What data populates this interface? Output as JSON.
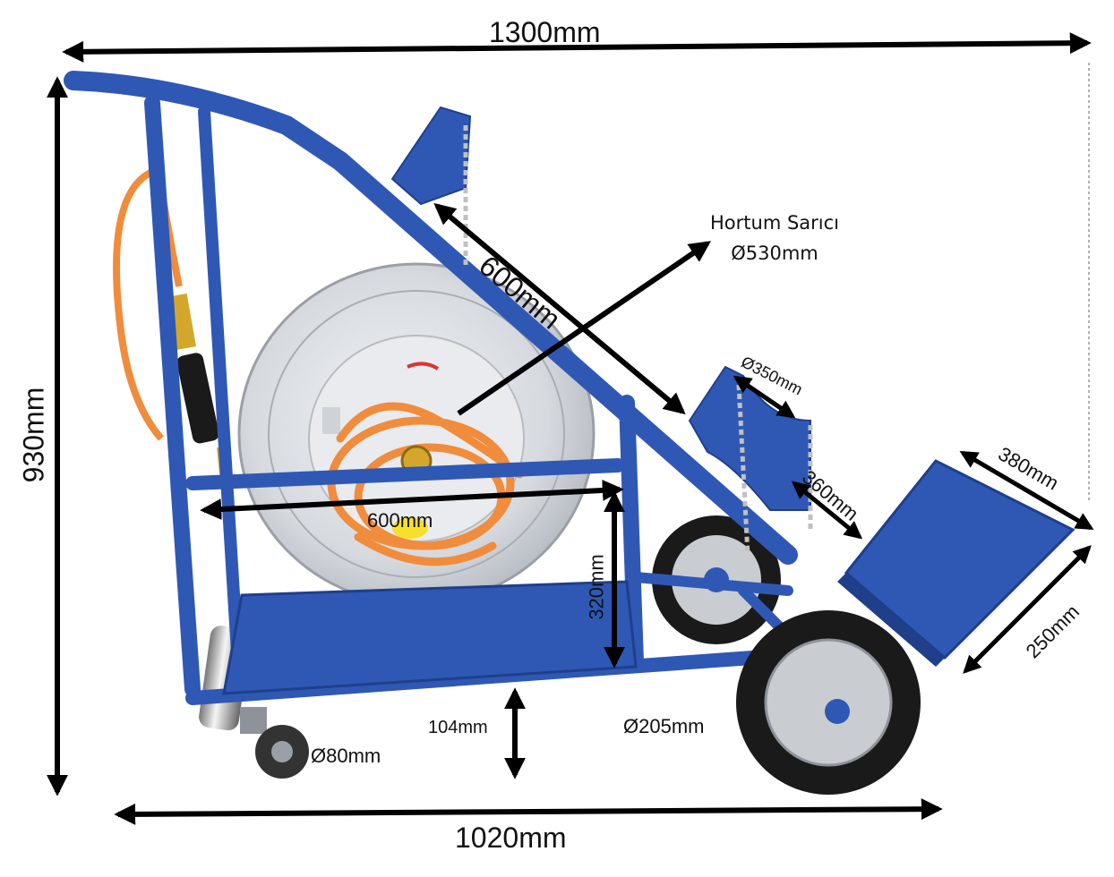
{
  "annotations": {
    "overall_width": "1300mm",
    "overall_height": "930mm",
    "wheelbase_length": "1020mm",
    "frame_top_length": "600mm",
    "inner_base_length": "600mm",
    "base_height": "320mm",
    "ground_clearance": "104mm",
    "caster_wheel_diameter": "Ø80mm",
    "rear_wheel_diameter": "Ø205mm",
    "cylinder_holder_diameter": "Ø350mm",
    "holder_depth": "360mm",
    "plate_width": "380mm",
    "plate_depth": "250mm",
    "reel_name": "Hortum Sarıcı",
    "reel_diameter": "Ø530mm"
  },
  "colors": {
    "frame_blue": "#2f58b5",
    "frame_blue_dark": "#1f3f8a",
    "hose_orange": "#f08c3c",
    "reel_silver": "#d9dde2",
    "arrow_black": "#000000"
  }
}
